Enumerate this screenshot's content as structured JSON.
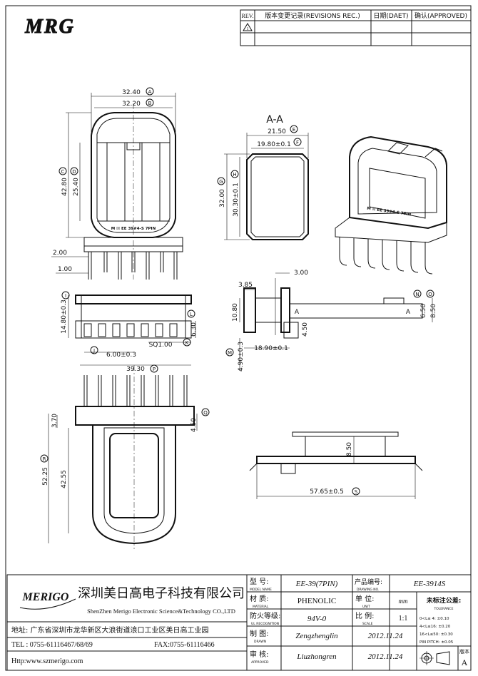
{
  "logo": {
    "text": "MRG"
  },
  "revision": {
    "rev": "REV.",
    "record": "版本变更记录(REVISIONS REC.)",
    "date": "日期(DAET)",
    "approved": "确认(APPROVED)"
  },
  "section_label": "A-A",
  "dims": {
    "d3240": "32.40",
    "dA": "A",
    "d3220": "32.20",
    "dB": "B",
    "d4280": "42.80",
    "dC": "C",
    "d2540": "25.40",
    "dD": "D",
    "d200": "2.00",
    "d100": "1.00",
    "coil_text": "M ☒ EE 39#4-S 7PIN",
    "d2150": "21.50",
    "dE": "E",
    "d1980": "19.80±0.1",
    "dF": "F",
    "d3200": "32.00",
    "dG": "G",
    "d3030": "30.30±0.1",
    "dH": "H",
    "d1480": "14.80±0.3",
    "dI": "I",
    "d630": "6.30",
    "dL": "L",
    "d600": "6.00±0.3",
    "dJ": "J",
    "dsq": "SQ1.00",
    "dK": "K",
    "d385": "3.85",
    "d300": "3.00",
    "d1080": "10.80",
    "d450b": "4.50",
    "d1890": "18.90±0.1",
    "d490": "4.90±0.3",
    "dM": "M",
    "dN": "N",
    "dO": "O",
    "d650": "6.50",
    "d850": "8.50",
    "secA": "A",
    "d3930": "39.30",
    "dP": "P",
    "d370": "3.70",
    "d450": "4.50",
    "dQ": "Q",
    "d5225": "52.25",
    "dR": "R",
    "d4255": "42.55",
    "d850b": "8.50",
    "d5765": "57.65±0.5",
    "dS": "S"
  },
  "title_block": {
    "company_cn": "深圳美日高电子科技有限公司",
    "company_en": "ShenZhen Merigo Electronic Science&Technology CO.,LTD",
    "brand": "MERIGO",
    "address": "地址: 广东省深圳市龙华新区大浪街道浪口工业区美日高工业园",
    "tel": "TEL : 0755-61116467/68/69",
    "fax": "FAX:0755-61116466",
    "http": "Http:www.szmerigo.com",
    "model_label": "型  号:",
    "model_sub": "MODEL NAME",
    "model": "EE-39(7PIN)",
    "drawing_no_label": "产品编号:",
    "drawing_no_sub": "DRAWING NO.",
    "drawing_no": "EE-3914S",
    "material_label": "材  质:",
    "material_sub": "MATERIAL",
    "material": "PHENOLIC",
    "unit_label": "单 位:",
    "unit_sub": "UNIT",
    "unit": "mm",
    "tol_label": "未标注公差:",
    "tol_sub": "TOLERANCE",
    "tol1": "0<L≤ 4:  ±0.10",
    "tol2": "4<L≤16:  ±0.20",
    "tol3": "16<L≤50: ±0.30",
    "tol4": "PIN PITCH: ±0.05",
    "ul_label": "防火等级:",
    "ul_sub": "UL RECOGNITION",
    "ul": "94V-0",
    "scale_label": "比 例:",
    "scale_sub": "SCALE",
    "scale": "1:1",
    "drawn_label": "制  图:",
    "drawn_sub": "DRAWN",
    "drawn": "Zengzhenglin",
    "drawn_date": "2012.11.24",
    "approved_label": "审  核:",
    "approved_sub": "APPROVED",
    "approved": "Liuzhongren",
    "approved_date": "2012.11.24",
    "version_label": "版本",
    "version": "A"
  }
}
